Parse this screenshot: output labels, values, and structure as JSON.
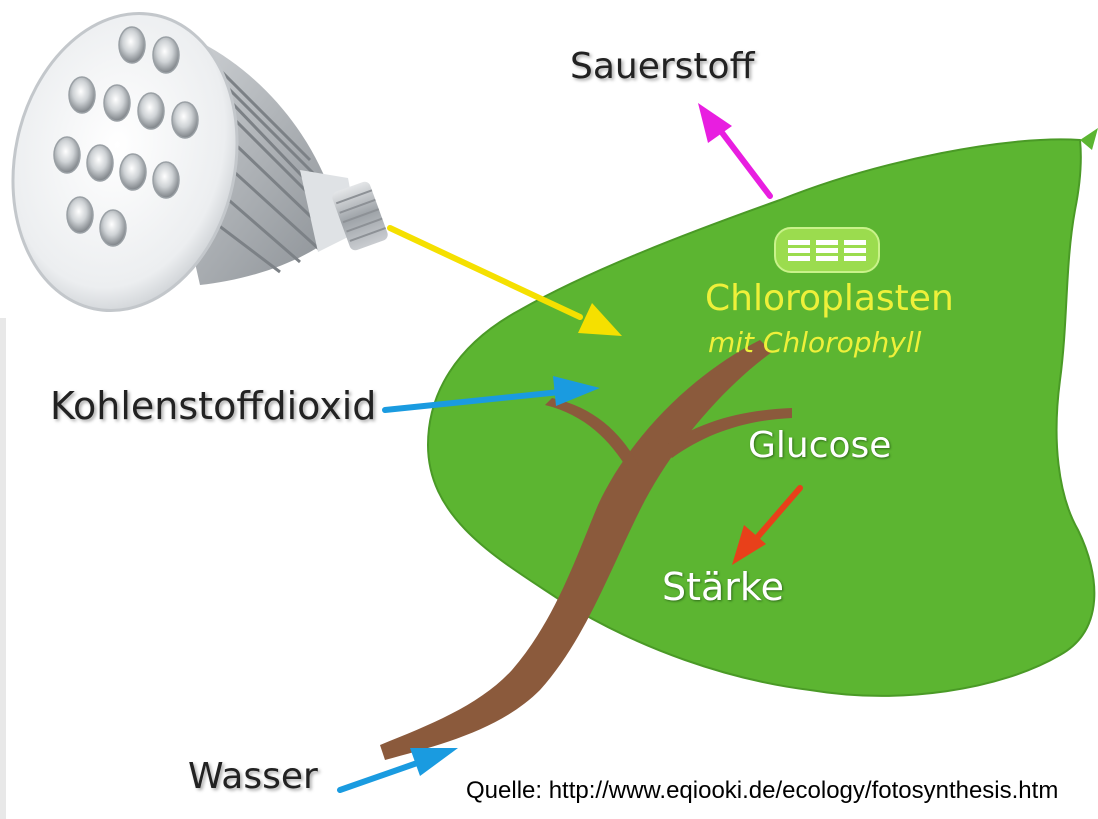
{
  "labels": {
    "oxygen": "Sauerstoff",
    "co2": "Kohlenstoffdioxid",
    "water": "Wasser",
    "chloroplasts": "Chloroplasten",
    "chlorophyll": "mit Chlorophyll",
    "glucose": "Glucose",
    "starch": "Stärke"
  },
  "source": "Quelle: http://www.eqiooki.de/ecology/fotosynthesis.htm",
  "colors": {
    "leaf": "#5cb531",
    "stem": "#8b5a3c",
    "light_arrow": "#f5e000",
    "oxygen_arrow": "#e81ee0",
    "input_arrows": "#1a9be0",
    "conversion_arrow": "#e8401a",
    "chloroplast_text": "#eef03a"
  },
  "icons": [
    "led-lamp-icon",
    "chloroplast-icon"
  ]
}
